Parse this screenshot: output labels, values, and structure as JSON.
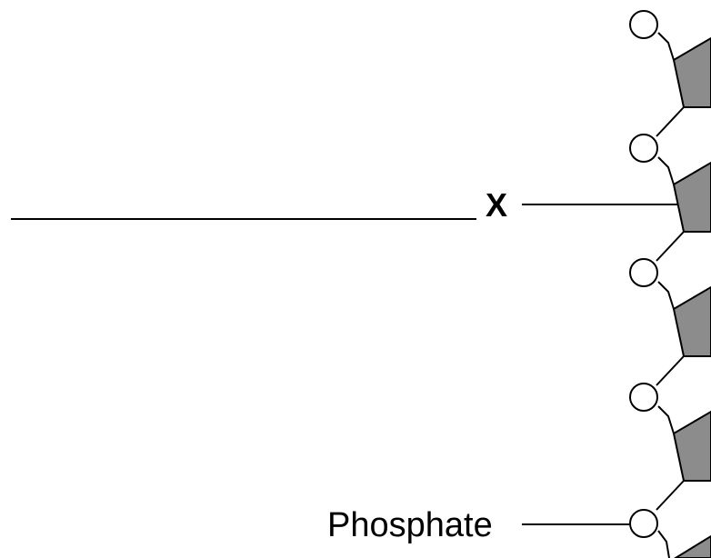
{
  "diagram": {
    "labels": {
      "x": "X",
      "phosphate": "Phosphate"
    },
    "colors": {
      "line": "#000000",
      "sugar_fill": "#8c8c8c",
      "phosphate_fill": "#ffffff",
      "background": "#ffffff"
    },
    "icons": {
      "phosphate": "circle",
      "sugar": "pentagon"
    }
  }
}
